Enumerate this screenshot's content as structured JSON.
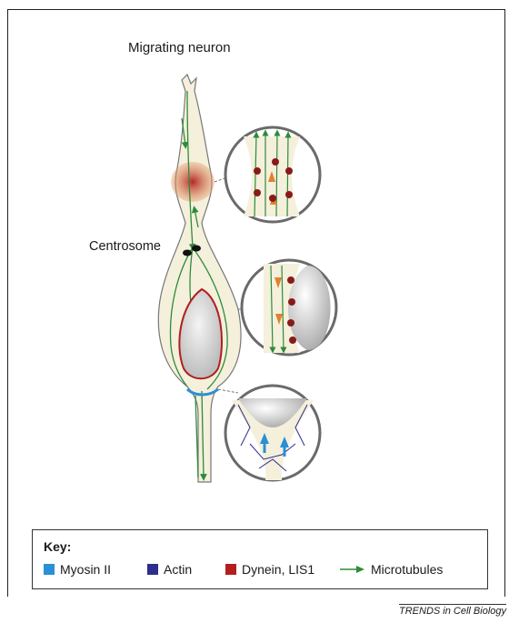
{
  "figure": {
    "title": "Migrating neuron",
    "centrosome_label": "Centrosome",
    "credit": "TRENDS in Cell Biology"
  },
  "key": {
    "title": "Key:",
    "items": [
      {
        "label": "Myosin II",
        "color": "#2b8fd6",
        "icon": "square-swatch"
      },
      {
        "label": "Actin",
        "color": "#2c2f8c",
        "icon": "square-swatch"
      },
      {
        "label": "Dynein, LIS1",
        "color": "#b21e1e",
        "icon": "square-swatch"
      },
      {
        "label": "Microtubules",
        "color": "#2e8b3a",
        "icon": "arrow-swatch"
      }
    ]
  },
  "colors": {
    "cell_fill": "#f4f0dc",
    "microtubule": "#2e8b3a",
    "dynein": "#b21e1e",
    "myosin": "#2b8fd6",
    "actin": "#2c2f8c",
    "nucleus": "#d8d8d8",
    "motor": "#e0822b"
  }
}
